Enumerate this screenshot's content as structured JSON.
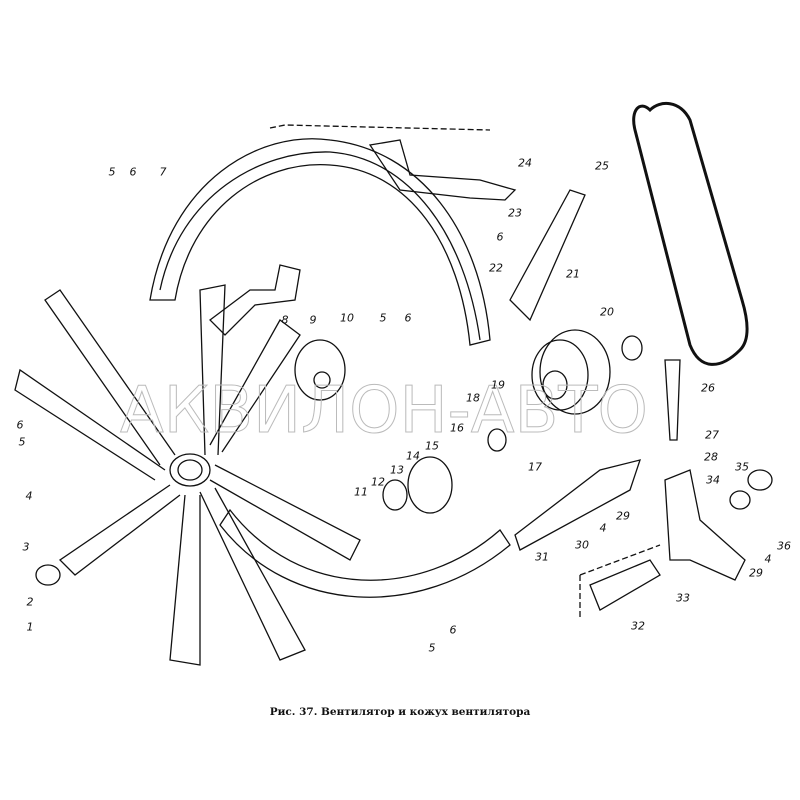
{
  "figure": {
    "caption": "Рис. 37. Вентилятор и кожух вентилятора",
    "watermark": "АКВИЛОН-АВТО",
    "callouts": [
      "5",
      "6",
      "7",
      "24",
      "25",
      "23",
      "6",
      "22",
      "21",
      "8",
      "9",
      "10",
      "5",
      "6",
      "20",
      "26",
      "19",
      "18",
      "16",
      "15",
      "17",
      "14",
      "13",
      "12",
      "11",
      "27",
      "28",
      "35",
      "34",
      "6",
      "5",
      "4",
      "3",
      "29",
      "4",
      "30",
      "31",
      "36",
      "4",
      "29",
      "2",
      "1",
      "33",
      "32",
      "6",
      "5"
    ]
  }
}
